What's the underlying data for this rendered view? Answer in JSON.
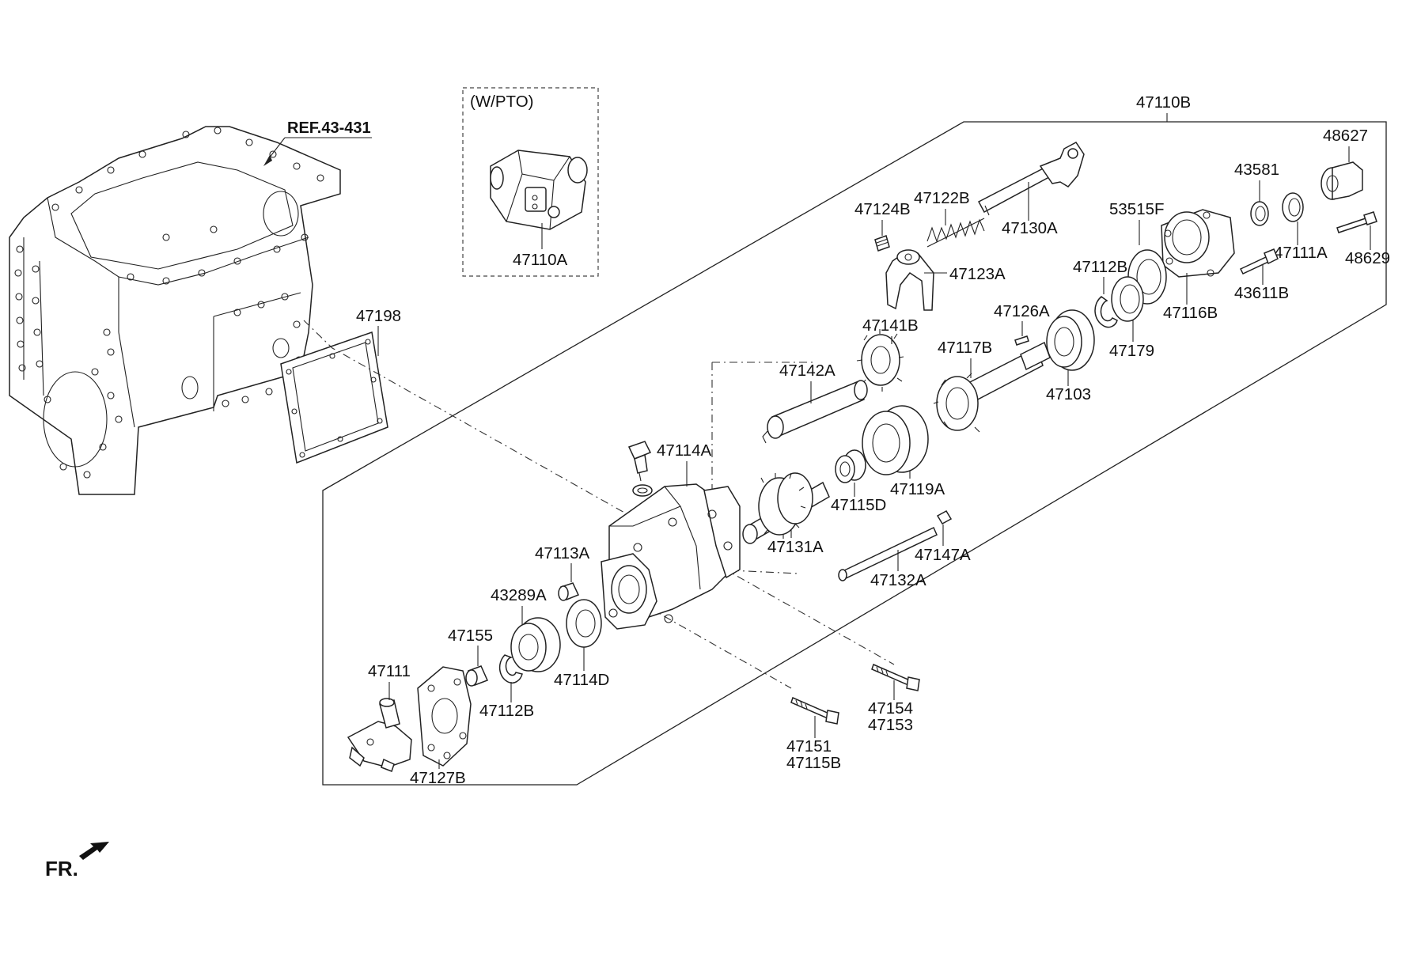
{
  "diagram": {
    "ref_label": "REF.43-431",
    "option_label": "(W/PTO)",
    "front_label": "FR.",
    "assembly_label": "47110B",
    "labels": {
      "p47110A": "47110A",
      "p47198": "47198",
      "p47124B": "47124B",
      "p47122B": "47122B",
      "p47130A": "47130A",
      "p47123A": "47123A",
      "p53515F": "53515F",
      "p43581": "43581",
      "p48627": "48627",
      "p47111A": "47111A",
      "p48629": "48629",
      "p47112B_top": "47112B",
      "p43611B": "43611B",
      "p47116B": "47116B",
      "p47126A": "47126A",
      "p47179": "47179",
      "p47141B": "47141B",
      "p47117B": "47117B",
      "p47103": "47103",
      "p47142A": "47142A",
      "p47114A": "47114A",
      "p47115D": "47115D",
      "p47119A": "47119A",
      "p47131A": "47131A",
      "p47147A": "47147A",
      "p47132A": "47132A",
      "p47113A": "47113A",
      "p43289A": "43289A",
      "p47155": "47155",
      "p47114D": "47114D",
      "p47111": "47111",
      "p47112B_bottom": "47112B",
      "p47127B": "47127B",
      "p47154": "47154",
      "p47153": "47153",
      "p47151": "47151",
      "p47115B": "47115B"
    }
  }
}
